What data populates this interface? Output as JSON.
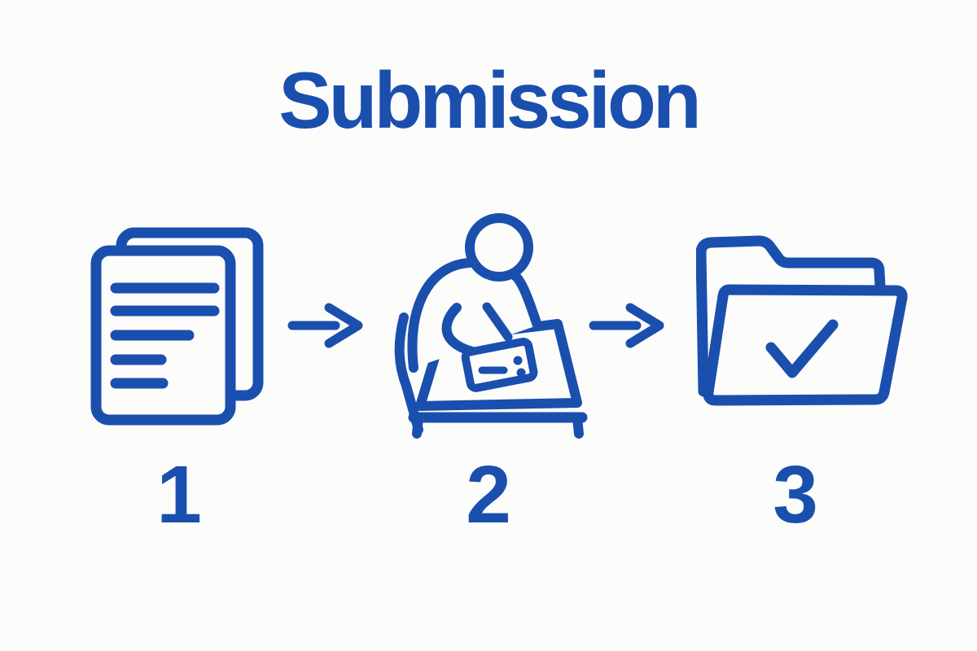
{
  "title": "Submission",
  "colors": {
    "accent": "#1a4fae",
    "background": "#fcfcfb"
  },
  "steps": [
    {
      "number": "1",
      "icon": "documents-icon"
    },
    {
      "number": "2",
      "icon": "person-writing-at-desk-icon"
    },
    {
      "number": "3",
      "icon": "folder-check-icon"
    }
  ],
  "arrows": [
    {
      "icon": "right-arrow-icon"
    },
    {
      "icon": "right-arrow-icon"
    }
  ]
}
